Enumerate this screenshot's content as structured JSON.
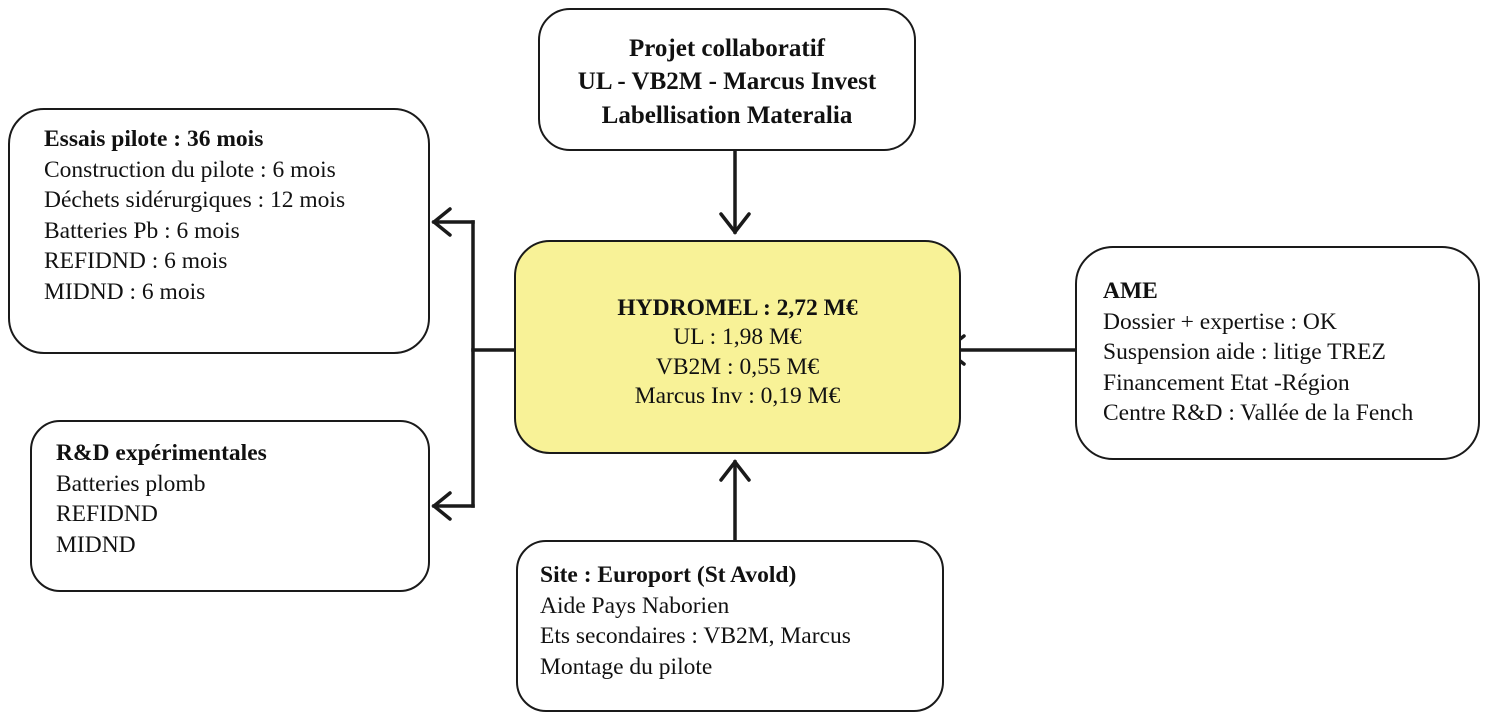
{
  "top_box": {
    "lines": [
      "Projet collaboratif",
      "UL - VB2M - Marcus Invest",
      "Labellisation Materalia"
    ]
  },
  "left_top_box": {
    "title": "Essais pilote : 36 mois",
    "lines": [
      "Construction du pilote : 6 mois",
      "Déchets sidérurgiques : 12 mois",
      "Batteries Pb : 6 mois",
      "REFIDND : 6 mois",
      "MIDND : 6 mois"
    ]
  },
  "left_bottom_box": {
    "title": "R&D expérimentales",
    "lines": [
      "Batteries plomb",
      "REFIDND",
      "MIDND"
    ]
  },
  "center_box": {
    "title": "HYDROMEL  : 2,72 M€",
    "lines": [
      "UL : 1,98 M€",
      "VB2M : 0,55 M€",
      "Marcus Inv : 0,19 M€"
    ],
    "fill_color": "#f8f297"
  },
  "right_box": {
    "title": "AME",
    "lines": [
      "Dossier + expertise : OK",
      "Suspension aide : litige TREZ",
      "Financement Etat -Région",
      "Centre R&D : Vallée de la Fench"
    ]
  },
  "bottom_box": {
    "title": "Site : Europort (St Avold)",
    "lines": [
      "Aide Pays Naborien",
      "Ets secondaires : VB2M, Marcus",
      "Montage du pilote"
    ]
  }
}
